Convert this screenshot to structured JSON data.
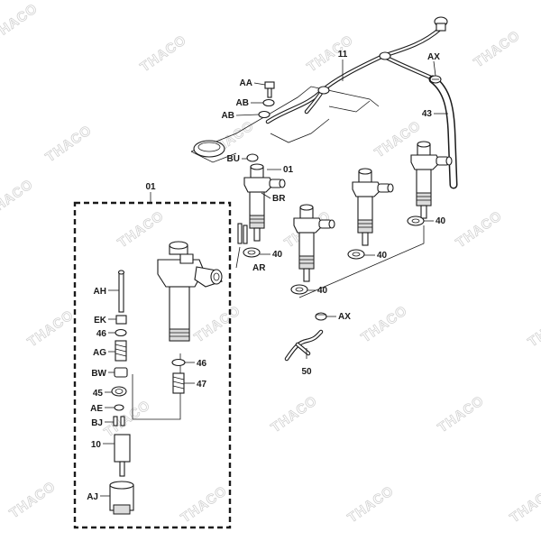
{
  "watermark": "THACO",
  "callouts": {
    "c01_box": "01",
    "c11": "11",
    "cAX_top": "AX",
    "cAA": "AA",
    "cAB1": "AB",
    "cAB2": "AB",
    "c43": "43",
    "cBU": "BU",
    "c01_inj": "01",
    "cBR": "BR",
    "c40_r": "40",
    "c40_a": "40",
    "cAR": "AR",
    "c40_b": "40",
    "c40_c": "40",
    "cAX_bot": "AX",
    "c50": "50",
    "cAH": "AH",
    "cEK": "EK",
    "c46_l": "46",
    "cAG": "AG",
    "cBW": "BW",
    "c45": "45",
    "cAE": "AE",
    "cBJ": "BJ",
    "c10": "10",
    "cAJ": "AJ",
    "c46_r": "46",
    "c47": "47"
  }
}
